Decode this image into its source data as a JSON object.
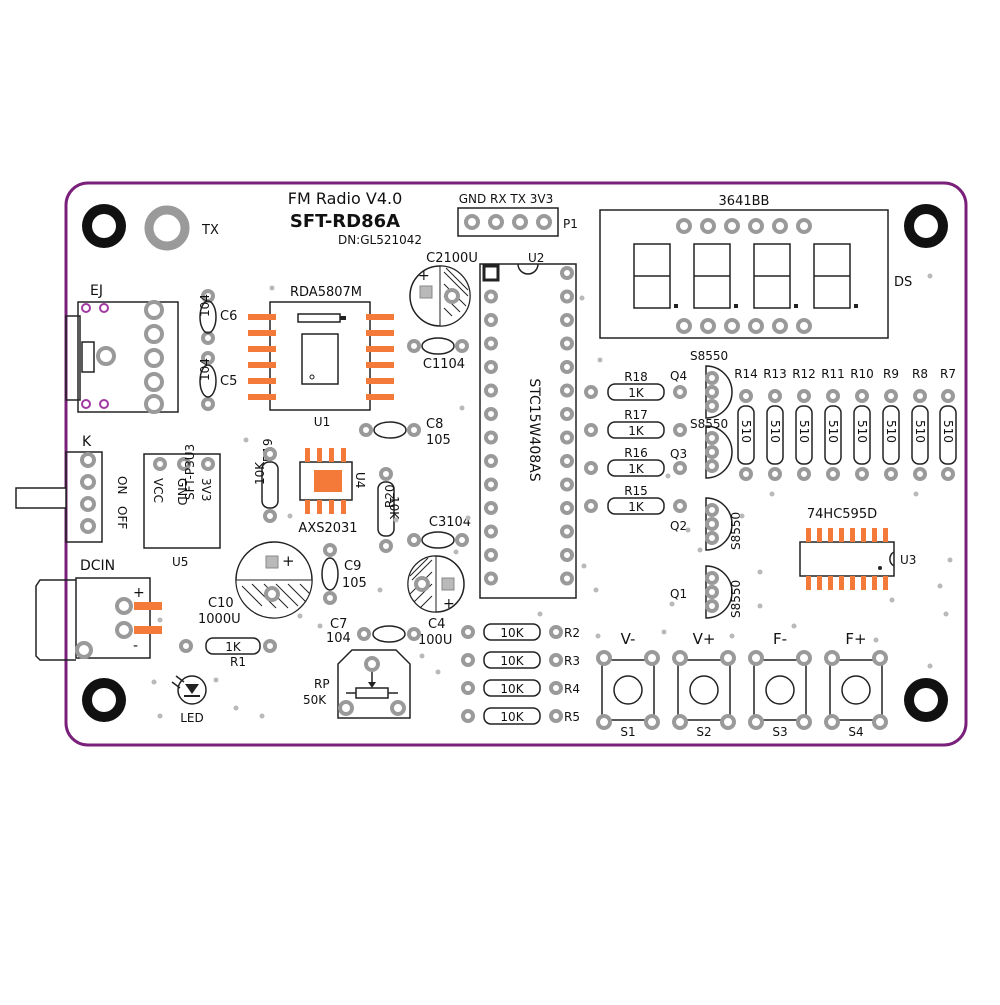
{
  "board": {
    "title_line1": "FM Radio V4.0",
    "title_line2": "SFT-RD86A",
    "dn_code": "DN:GL521042",
    "outline_color": "#7a1f7a",
    "smd_color": "#f47a3a",
    "pad_color": "#9a9a9a"
  },
  "labels": {
    "tx": "TX",
    "ej": "EJ",
    "k": "K",
    "on": "ON",
    "off": "OFF",
    "dcin": "DCIN",
    "plus": "+",
    "minus": "-",
    "p1_pins": "GND RX TX 3V3",
    "p1": "P1",
    "u1_chip": "RDA5807M",
    "u1": "U1",
    "u2": "U2",
    "u2_chip": "STC15W408AS",
    "u3": "U3",
    "u3_chip": "74HC595D",
    "u4": "U4",
    "u4_chip": "AXS2031",
    "u5": "U5",
    "u5_module": "SFT-P3U3",
    "u5_pins": [
      "VCC",
      "GND",
      "3V3"
    ],
    "ds": "DS",
    "ds_part": "3641BB",
    "c2": "C2100U",
    "c1": "C1104",
    "c6": "C6",
    "c6_val": "104",
    "c5": "C5",
    "c5_val": "104",
    "c8": "C8",
    "c8_val": "105",
    "c9": "C9",
    "c9_val": "105",
    "c3": "C3104",
    "c4": "C4",
    "c4_val": "100U",
    "c7": "C7",
    "c7_val": "104",
    "c10": "C10",
    "c10_val": "1000U",
    "r19": "R19",
    "r19_val": "10K",
    "r20": "R20",
    "r20_val": "10K",
    "r1": "R1",
    "r1_val": "1K",
    "rp": "RP",
    "rp_val": "50K",
    "led": "LED",
    "r_small": [
      {
        "ref": "R18",
        "val": "1K"
      },
      {
        "ref": "R17",
        "val": "1K"
      },
      {
        "ref": "R16",
        "val": "1K"
      },
      {
        "ref": "R15",
        "val": "1K"
      }
    ],
    "r_bottom": [
      {
        "ref": "R2",
        "val": "10K"
      },
      {
        "ref": "R3",
        "val": "10K"
      },
      {
        "ref": "R4",
        "val": "10K"
      },
      {
        "ref": "R5",
        "val": "10K"
      }
    ],
    "r_top_refs": [
      "R14",
      "R13",
      "R12",
      "R11",
      "R10",
      "R9",
      "R8",
      "R7"
    ],
    "r_top_val": "510",
    "transistors": [
      {
        "ref": "Q4",
        "part": "S8550"
      },
      {
        "ref": "Q3",
        "part": "S8550"
      },
      {
        "ref": "Q2",
        "part": "S8550"
      },
      {
        "ref": "Q1",
        "part": "S8550"
      }
    ],
    "buttons": [
      {
        "name": "V-",
        "ref": "S1"
      },
      {
        "name": "V+",
        "ref": "S2"
      },
      {
        "name": "F-",
        "ref": "S3"
      },
      {
        "name": "F+",
        "ref": "S4"
      }
    ]
  }
}
